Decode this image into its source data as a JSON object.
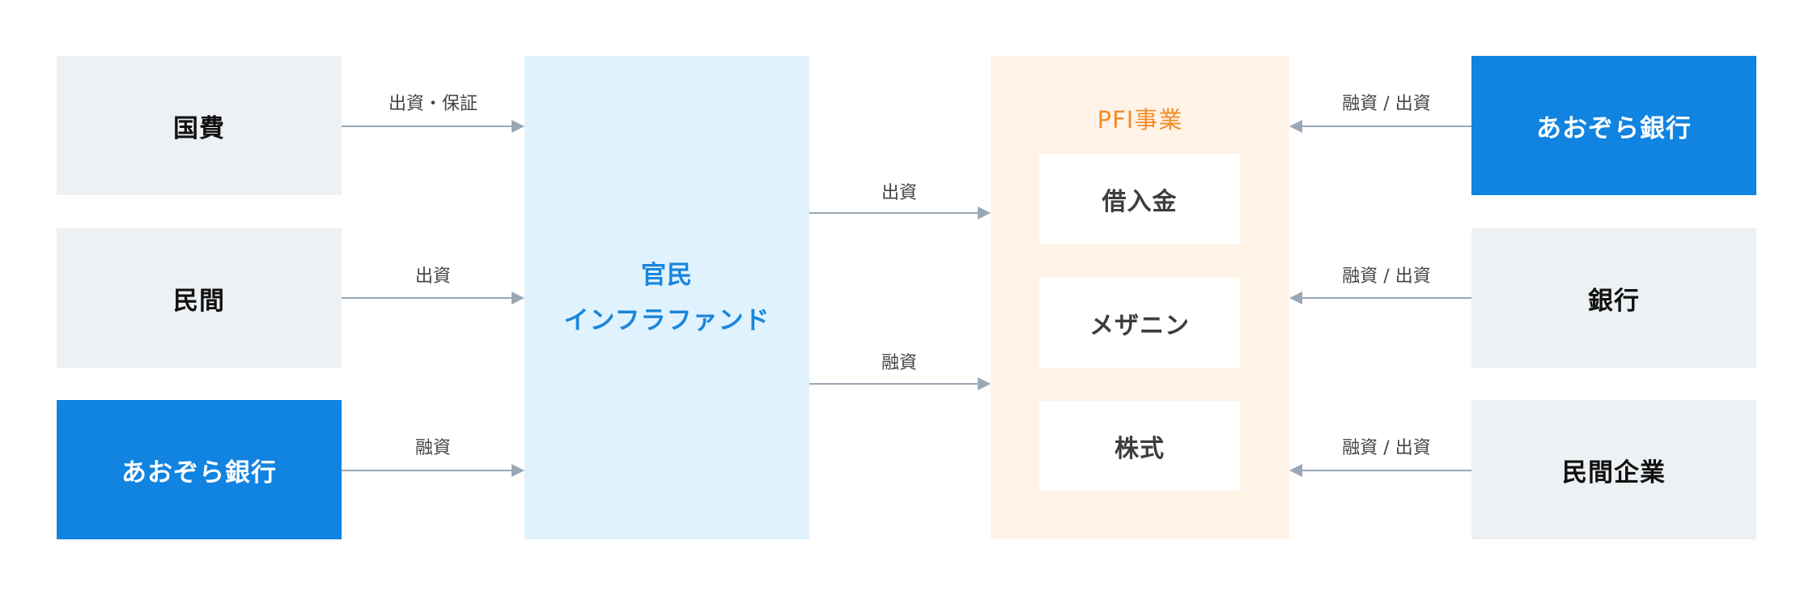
{
  "left_nodes": [
    {
      "label": "国費"
    },
    {
      "label": "民間"
    },
    {
      "label": "あおぞら銀行"
    }
  ],
  "left_edges": [
    {
      "label": "出資・保証"
    },
    {
      "label": "出資"
    },
    {
      "label": "融資"
    }
  ],
  "fund": {
    "line1": "官民",
    "line2": "インフラファンド"
  },
  "middle_edges": [
    {
      "label": "出資"
    },
    {
      "label": "融資"
    }
  ],
  "pfi": {
    "title": "PFI事業",
    "items": [
      {
        "label": "借入金"
      },
      {
        "label": "メザニン"
      },
      {
        "label": "株式"
      }
    ]
  },
  "right_edges": [
    {
      "label": "融資 / 出資"
    },
    {
      "label": "融資 / 出資"
    },
    {
      "label": "融資 / 出資"
    }
  ],
  "right_nodes": [
    {
      "label": "あおぞら銀行"
    },
    {
      "label": "銀行"
    },
    {
      "label": "民間企業"
    }
  ],
  "colors": {
    "accent_blue": "#1183e0",
    "node_gray": "#edf1f4",
    "fund_bg": "#e0f2fd",
    "fund_text": "#1a86dc",
    "pfi_bg": "#fff3e8",
    "pfi_title": "#f28c28",
    "arrow": "#9aa7b4"
  }
}
